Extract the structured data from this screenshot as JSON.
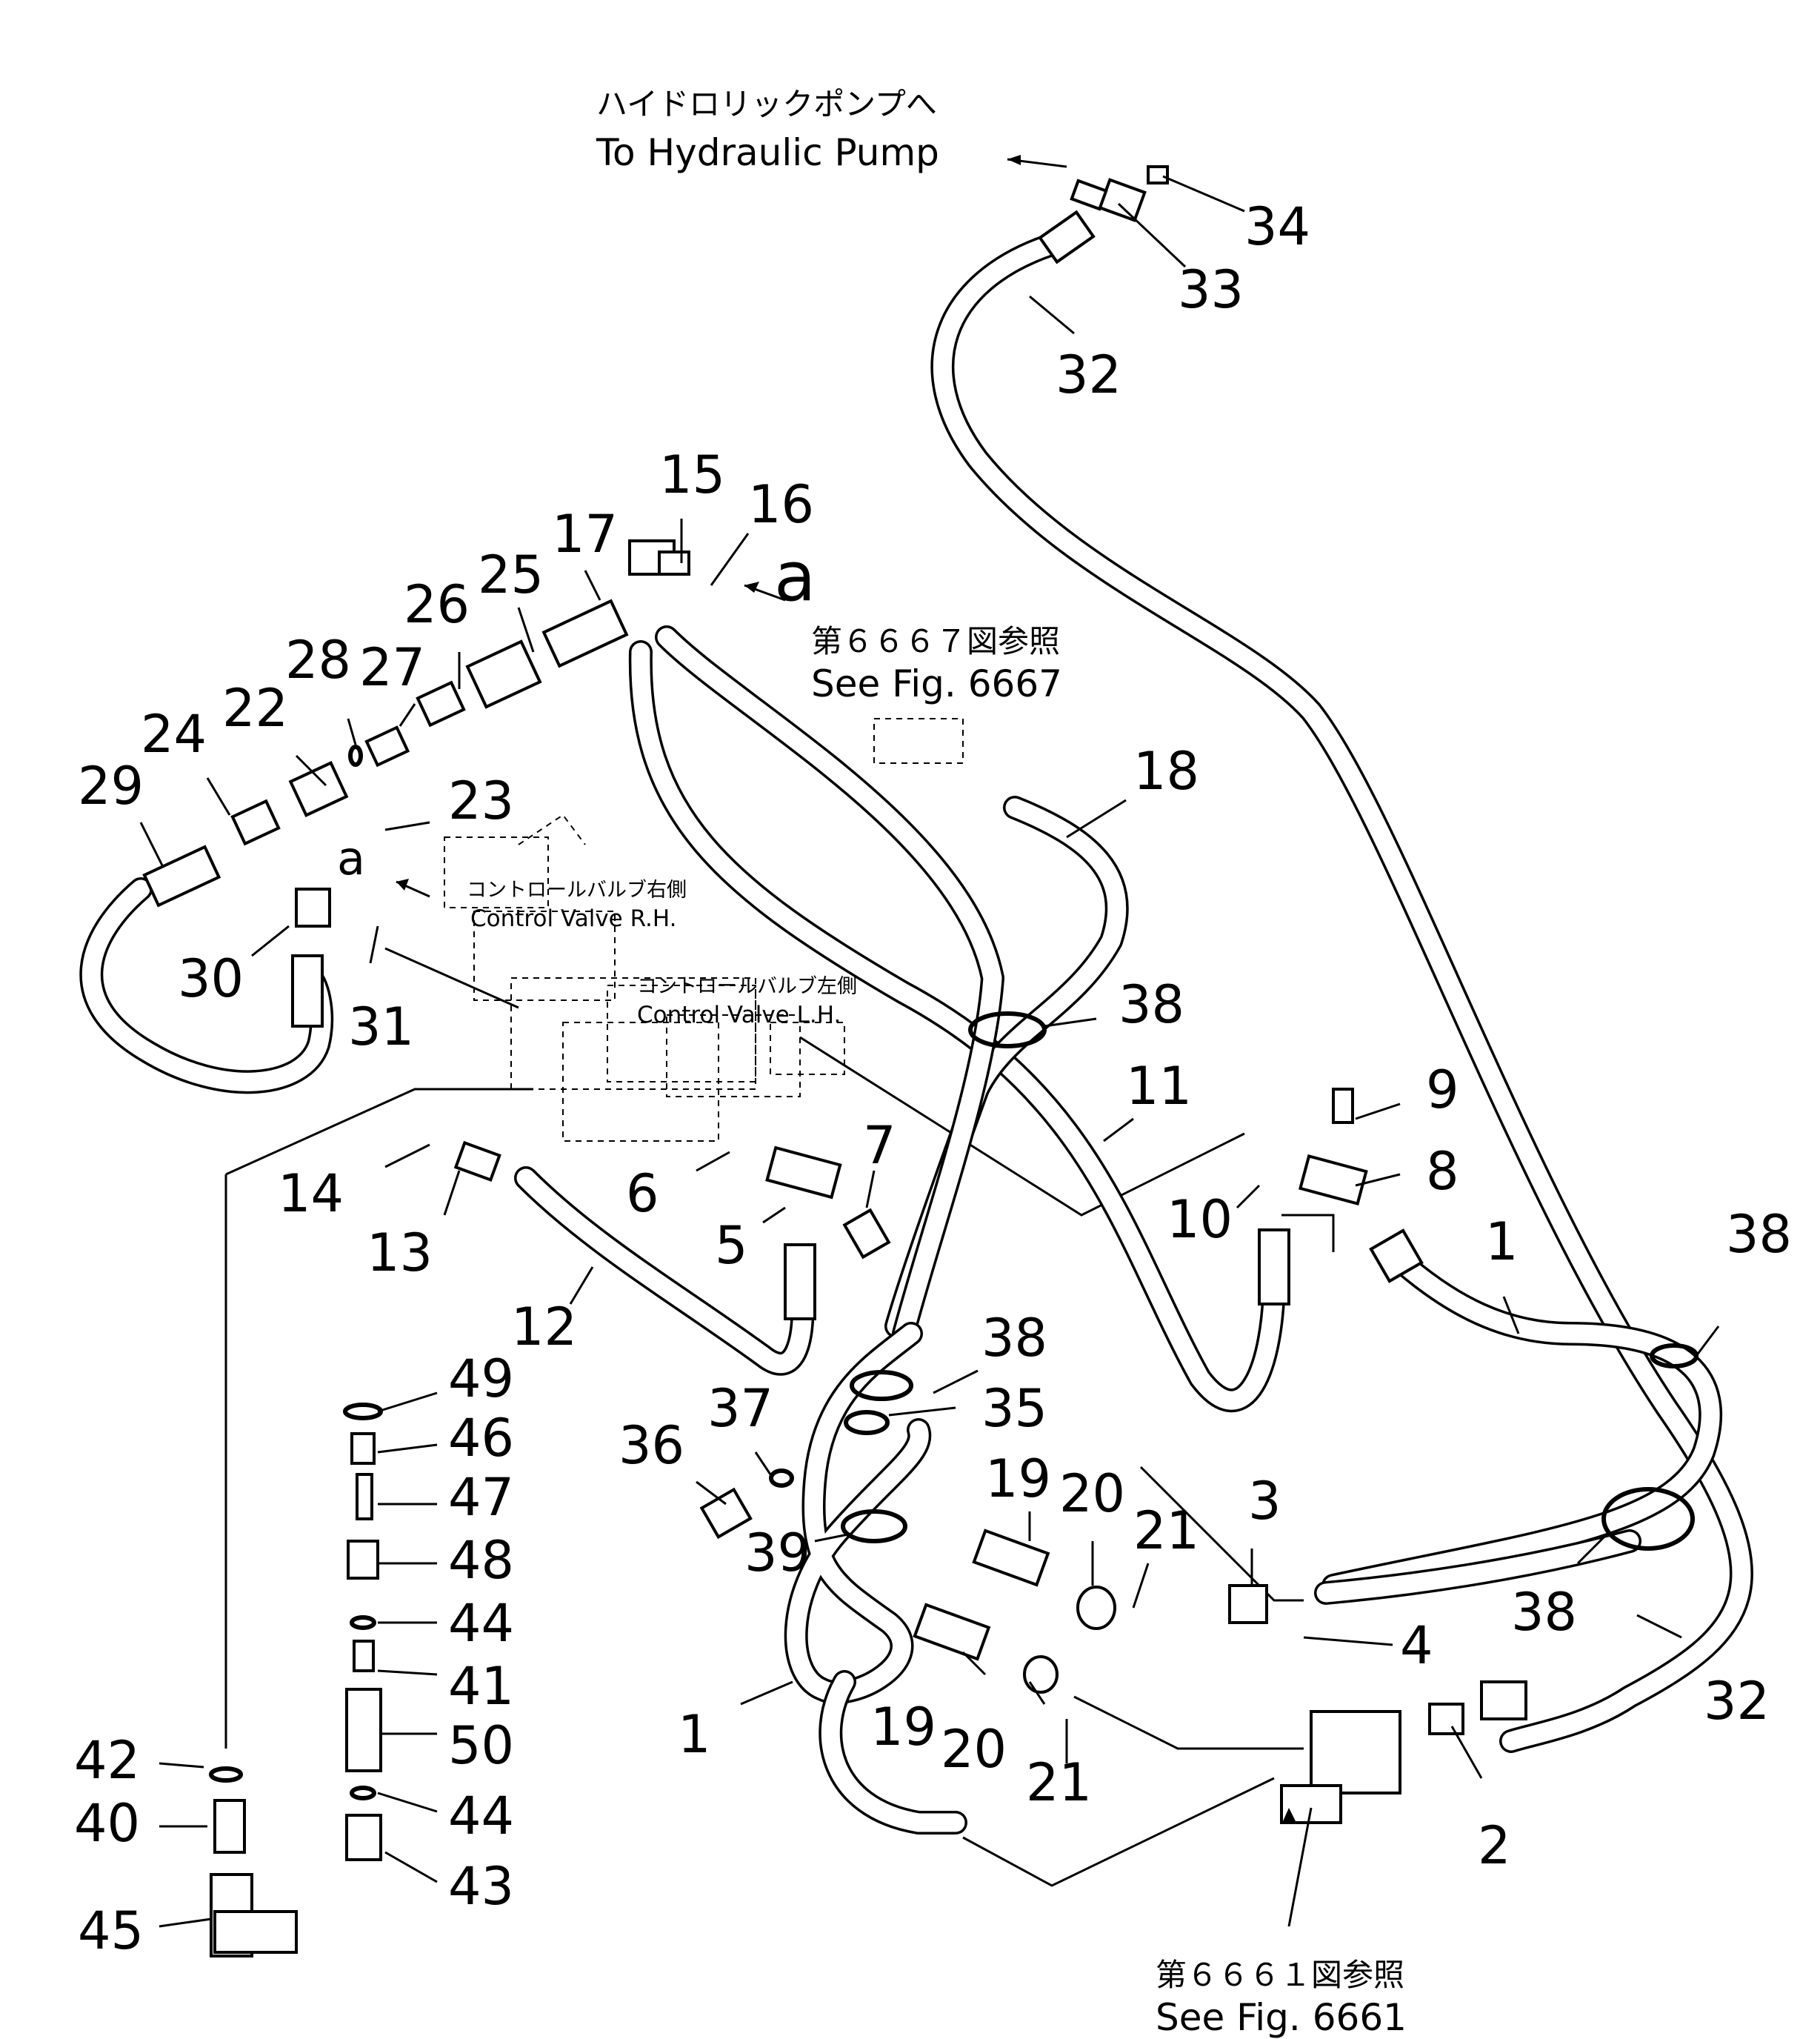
{
  "callouts": [
    {
      "id": "p34",
      "text": "34"
    },
    {
      "id": "p33",
      "text": "33"
    },
    {
      "id": "p32a",
      "text": "32"
    },
    {
      "id": "p15",
      "text": "15"
    },
    {
      "id": "p16",
      "text": "16"
    },
    {
      "id": "p17",
      "text": "17"
    },
    {
      "id": "p25",
      "text": "25"
    },
    {
      "id": "p26",
      "text": "26"
    },
    {
      "id": "p28",
      "text": "28"
    },
    {
      "id": "p27",
      "text": "27"
    },
    {
      "id": "p24",
      "text": "24"
    },
    {
      "id": "p22",
      "text": "22"
    },
    {
      "id": "p29",
      "text": "29"
    },
    {
      "id": "p23",
      "text": "23"
    },
    {
      "id": "p18",
      "text": "18"
    },
    {
      "id": "p30",
      "text": "30"
    },
    {
      "id": "p31",
      "text": "31"
    },
    {
      "id": "p38a",
      "text": "38"
    },
    {
      "id": "p11",
      "text": "11"
    },
    {
      "id": "p9",
      "text": "9"
    },
    {
      "id": "p8",
      "text": "8"
    },
    {
      "id": "p10",
      "text": "10"
    },
    {
      "id": "p14",
      "text": "14"
    },
    {
      "id": "p13",
      "text": "13"
    },
    {
      "id": "p6",
      "text": "6"
    },
    {
      "id": "p7",
      "text": "7"
    },
    {
      "id": "p5",
      "text": "5"
    },
    {
      "id": "p12",
      "text": "12"
    },
    {
      "id": "p1a",
      "text": "1"
    },
    {
      "id": "p38b",
      "text": "38"
    },
    {
      "id": "p38c",
      "text": "38"
    },
    {
      "id": "p35",
      "text": "35"
    },
    {
      "id": "p49",
      "text": "49"
    },
    {
      "id": "p46",
      "text": "46"
    },
    {
      "id": "p47",
      "text": "47"
    },
    {
      "id": "p48",
      "text": "48"
    },
    {
      "id": "p44a",
      "text": "44"
    },
    {
      "id": "p41",
      "text": "41"
    },
    {
      "id": "p50",
      "text": "50"
    },
    {
      "id": "p44b",
      "text": "44"
    },
    {
      "id": "p43",
      "text": "43"
    },
    {
      "id": "p42",
      "text": "42"
    },
    {
      "id": "p40",
      "text": "40"
    },
    {
      "id": "p45",
      "text": "45"
    },
    {
      "id": "p36",
      "text": "36"
    },
    {
      "id": "p37",
      "text": "37"
    },
    {
      "id": "p39",
      "text": "39"
    },
    {
      "id": "p19a",
      "text": "19"
    },
    {
      "id": "p20a",
      "text": "20"
    },
    {
      "id": "p21a",
      "text": "21"
    },
    {
      "id": "p3",
      "text": "3"
    },
    {
      "id": "p4",
      "text": "4"
    },
    {
      "id": "p38d",
      "text": "38"
    },
    {
      "id": "p32b",
      "text": "32"
    },
    {
      "id": "p1b",
      "text": "1"
    },
    {
      "id": "p19b",
      "text": "19"
    },
    {
      "id": "p20b",
      "text": "20"
    },
    {
      "id": "p21b",
      "text": "21"
    },
    {
      "id": "p2",
      "text": "2"
    }
  ],
  "notes": {
    "pump_jp": "ハイドロリックポンプへ",
    "pump_en": "To Hydraulic Pump",
    "fig6667_jp": "第６６６７図参照",
    "fig6667_en": "See Fig. 6667",
    "fig6661_jp": "第６６６１図参照",
    "fig6661_en": "See Fig. 6661",
    "cv_rh_jp": "コントロールバルブ右側",
    "cv_rh_en": "Control Valve R.H.",
    "cv_lh_jp": "コントロールバルブ左側",
    "cv_lh_en": "Control Valve L.H.",
    "ref_a_top": "a",
    "ref_a_left": "a"
  }
}
